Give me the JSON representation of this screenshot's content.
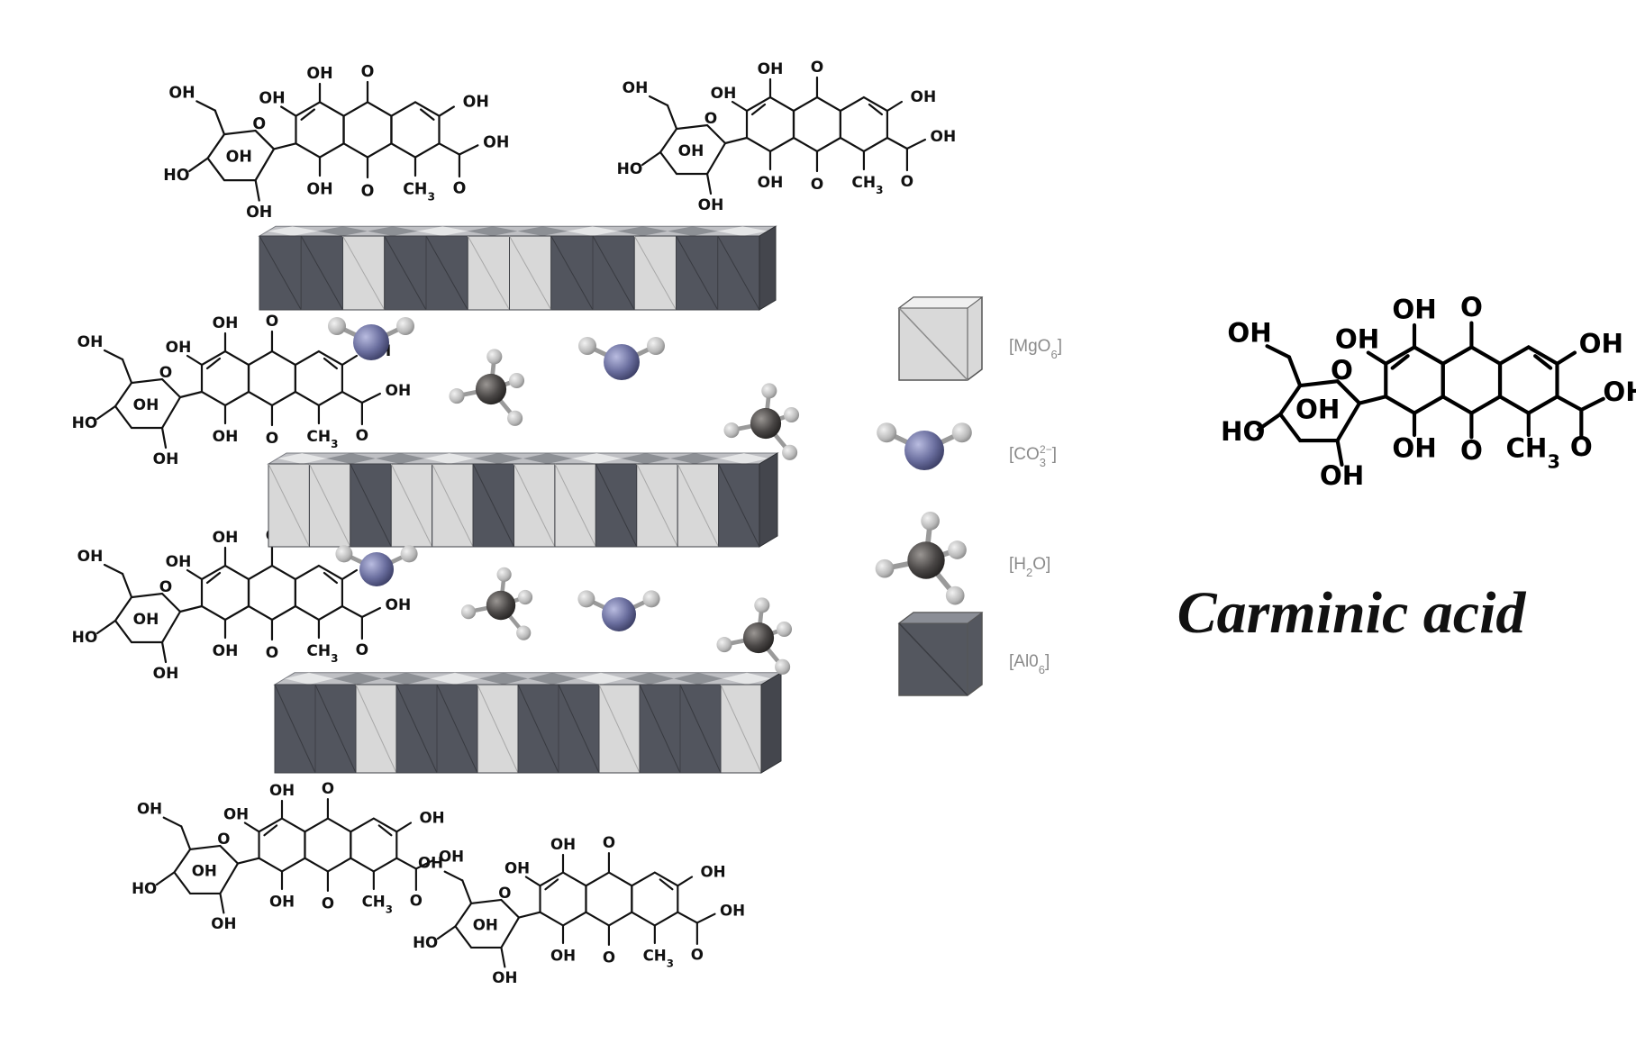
{
  "title": "Carminic acid",
  "legend": [
    {
      "key": "mgo6",
      "label": "[MgO6]",
      "base": "MgO",
      "sub": "6",
      "sup": "",
      "icon": "light-octahedron-icon",
      "color": "#d9d9d9"
    },
    {
      "key": "co3",
      "label": "[CO3 2-]",
      "base": "CO",
      "sub": "3",
      "sup": "2−",
      "icon": "co3-molecule-icon",
      "color": "#6a6e9e"
    },
    {
      "key": "h2o",
      "label": "[H2O]",
      "base": "H",
      "sub": "2",
      "sup": "",
      "tail": "O",
      "icon": "h2o-molecule-icon",
      "color": "#4a4746"
    },
    {
      "key": "alo6",
      "label": "[Al0₆]",
      "base": "Al0",
      "sub": "6",
      "sup": "",
      "icon": "dark-octahedron-icon",
      "color": "#54575f"
    }
  ],
  "atoms": {
    "oh": "OH",
    "o": "O",
    "ho": "HO",
    "ch3": "CH",
    "ch3_sub": "3",
    "cooh": "OH"
  },
  "colors": {
    "dark_block": "#52555e",
    "light_block": "#d8d8d8",
    "molecule_blue": "#6a6e9e",
    "molecule_dark": "#4a4746",
    "atom_grey": "#b8b8b8"
  }
}
